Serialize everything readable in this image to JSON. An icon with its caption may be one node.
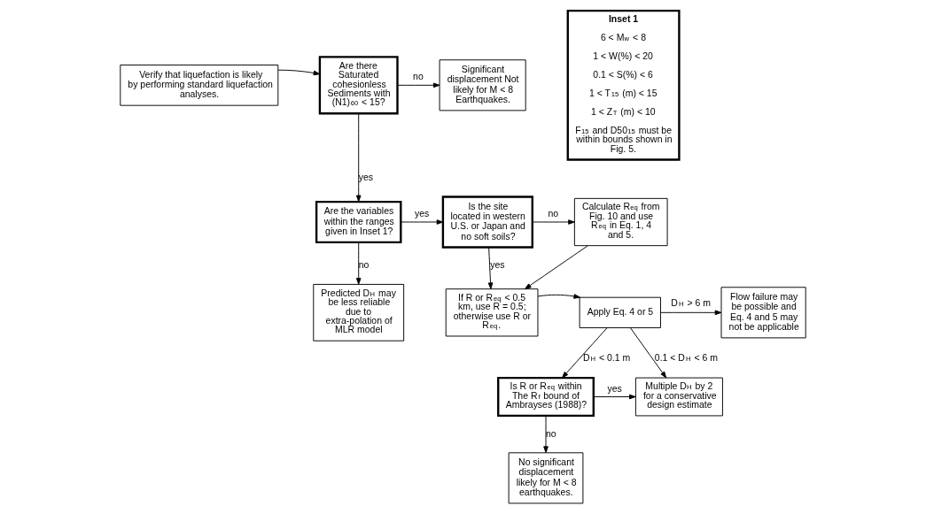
{
  "diagram": {
    "nodes": [
      {
        "text": [
          "Verify that liquefaction is likely by performing standard liquefaction analyses."
        ]
      },
      {
        "text": [
          "Are there Saturated cohesionless Sediments with (N1)$_{60}$ < 15?"
        ]
      },
      {
        "text": [
          "Significant displacement Not likely for M < 8 Earthquakes."
        ]
      },
      {
        "text": [
          "Inset 1",
          "6 < M$_{w}$ < 8",
          "1 < W(%) < 20",
          "0.1 < S(%) < 6",
          "1 < T$_{15}$ (m) < 15",
          "1 < Z$_{T}$ (m) < 10",
          "F$_{15}$ and D50$_{15}$ must be within bounds shown in Fig. 5."
        ]
      },
      {
        "text": [
          "Are the variables within the ranges given in Inset 1?"
        ]
      },
      {
        "text": [
          "Is the site located in western U.S. or Japan and no soft soils?"
        ]
      },
      {
        "text": [
          "Calculate R$_{eq}$ from Fig. 10 and use R$_{eq}$ in Eq. 1, 4 and 5."
        ]
      },
      {
        "text": [
          "Predicted D$_{H}$ may be less reliable due to extra-polation of MLR model"
        ]
      },
      {
        "text": [
          "If R or R$_{eq}$ < 0.5 km, use R = 0.5; otherwise use R or R$_{eq}$."
        ]
      },
      {
        "text": [
          "Apply Eq. 4 or 5"
        ]
      },
      {
        "text": [
          "Flow failure may be possible and Eq. 4 and 5 may not be applicable"
        ]
      },
      {
        "text": [
          "Multiple D$_{H}$ by 2 for a conservative design estimate"
        ]
      },
      {
        "text": [
          "Is R or R$_{eq}$ within The R$_{f}$ bound of Ambrayses (1988)?"
        ]
      },
      {
        "text": [
          "No significant displacement likely for M < 8 earthquakes."
        ]
      }
    ],
    "edges": [
      {
        "from": 0,
        "to": 1,
        "arrow": "to"
      },
      {
        "from": 1,
        "to": 2,
        "arrow": "to",
        "label": "no"
      },
      {
        "from": 1,
        "to": 4,
        "arrow": "to",
        "label": "yes"
      },
      {
        "from": 4,
        "to": 5,
        "arrow": "to",
        "label": "yes"
      },
      {
        "from": 5,
        "to": 6,
        "arrow": "to",
        "label": "no"
      },
      {
        "from": 4,
        "to": 7,
        "arrow": "to",
        "label": "no"
      },
      {
        "from": 5,
        "to": 8,
        "arrow": "to",
        "label": "yes"
      },
      {
        "from": 6,
        "to": 8,
        "arrow": "to"
      },
      {
        "from": 8,
        "to": 9,
        "arrow": "to"
      },
      {
        "from": 9,
        "to": 10,
        "arrow": "to",
        "label": "D$_{H}$ > 6 m"
      },
      {
        "from": 9,
        "to": 11,
        "arrow": "to",
        "label": "0.1 < D$_{H}$ < 6 m"
      },
      {
        "from": 9,
        "to": 12,
        "arrow": "to",
        "label": "D$_{H}$ < 0.1 m"
      },
      {
        "from": 12,
        "to": 13,
        "arrow": "to",
        "label": "no"
      },
      {
        "from": 12,
        "to": 11,
        "arrow": "to",
        "label": "yes"
      }
    ]
  }
}
